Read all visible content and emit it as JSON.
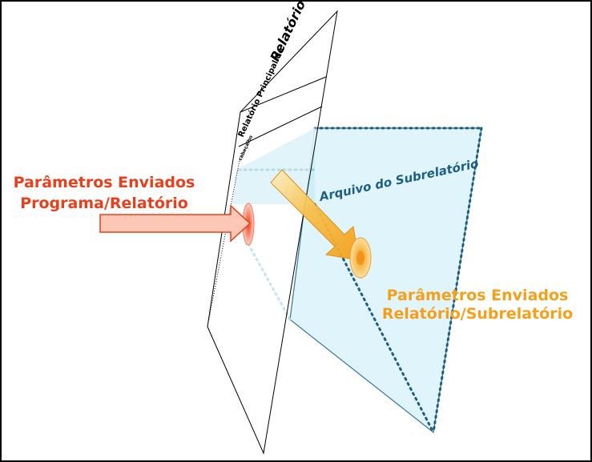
{
  "main_report": {
    "title": "Relatório",
    "title_prefix": "Relatório Principal do",
    "small_caption": "cabeçalho"
  },
  "subreport": {
    "title": "Arquivo do Subrelatório"
  },
  "labels": {
    "program_params": {
      "line1": "Parâmetros Enviados",
      "line2": "Programa/Relatório",
      "color": "#e8401c"
    },
    "subreport_params": {
      "line1": "Parâmetros Enviados",
      "line2": "Relatório/Subrelatório",
      "color": "#f5a01a"
    }
  },
  "colors": {
    "subreport_fill": "#dff4fb",
    "subreport_edge": "#2b6f94",
    "projection_fill": "#c8ecf7",
    "red_arrow_fill": "#fcc7b5",
    "red_arrow_stroke": "#e8401c",
    "orange_arrow_fill": "#f5a01a",
    "main_report_stroke": "#000000"
  }
}
